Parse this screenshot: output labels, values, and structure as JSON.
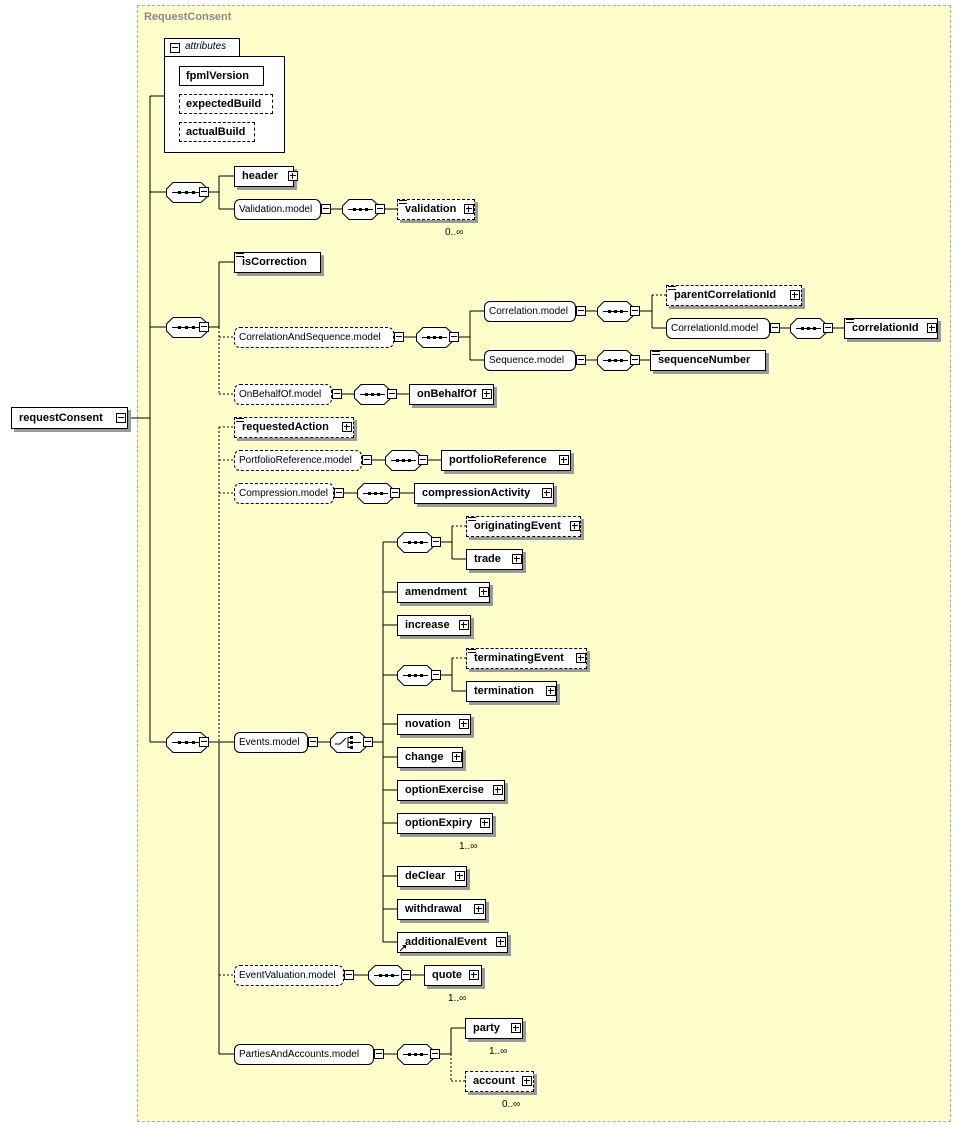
{
  "diagram": {
    "title": "RequestConsent",
    "root": "requestConsent",
    "attributes_label": "attributes",
    "attributes": [
      "fpmlVersion",
      "expectedBuild",
      "actualBuild"
    ],
    "elements": {
      "header": "header",
      "validation": "validation",
      "isCorrection": "isCorrection",
      "parentCorrelationId": "parentCorrelationId",
      "correlationId": "correlationId",
      "sequenceNumber": "sequenceNumber",
      "onBehalfOf": "onBehalfOf",
      "requestedAction": "requestedAction",
      "portfolioReference": "portfolioReference",
      "compressionActivity": "compressionActivity",
      "originatingEvent": "originatingEvent",
      "trade": "trade",
      "amendment": "amendment",
      "increase": "increase",
      "terminatingEvent": "terminatingEvent",
      "termination": "termination",
      "novation": "novation",
      "change": "change",
      "optionExercise": "optionExercise",
      "optionExpiry": "optionExpiry",
      "deClear": "deClear",
      "withdrawal": "withdrawal",
      "additionalEvent": "additionalEvent",
      "quote": "quote",
      "party": "party",
      "account": "account"
    },
    "groups": {
      "validation_model": "Validation.model",
      "correlation_and_sequence_model": "CorrelationAndSequence.model",
      "correlation_model": "Correlation.model",
      "correlation_id_model": "CorrelationId.model",
      "sequence_model": "Sequence.model",
      "on_behalf_of_model": "OnBehalfOf.model",
      "portfolio_reference_model": "PortfolioReference.model",
      "compression_model": "Compression.model",
      "events_model": "Events.model",
      "event_valuation_model": "EventValuation.model",
      "parties_and_accounts_model": "PartiesAndAccounts.model"
    },
    "cardinalities": {
      "validation": "0..∞",
      "optionExpiry": "1..∞",
      "quote": "1..∞",
      "party": "1..∞",
      "account": "0..∞"
    },
    "colors": {
      "background": "#ffffcc",
      "border": "#a8a8a8",
      "shadow": "#9a9a9a"
    }
  }
}
